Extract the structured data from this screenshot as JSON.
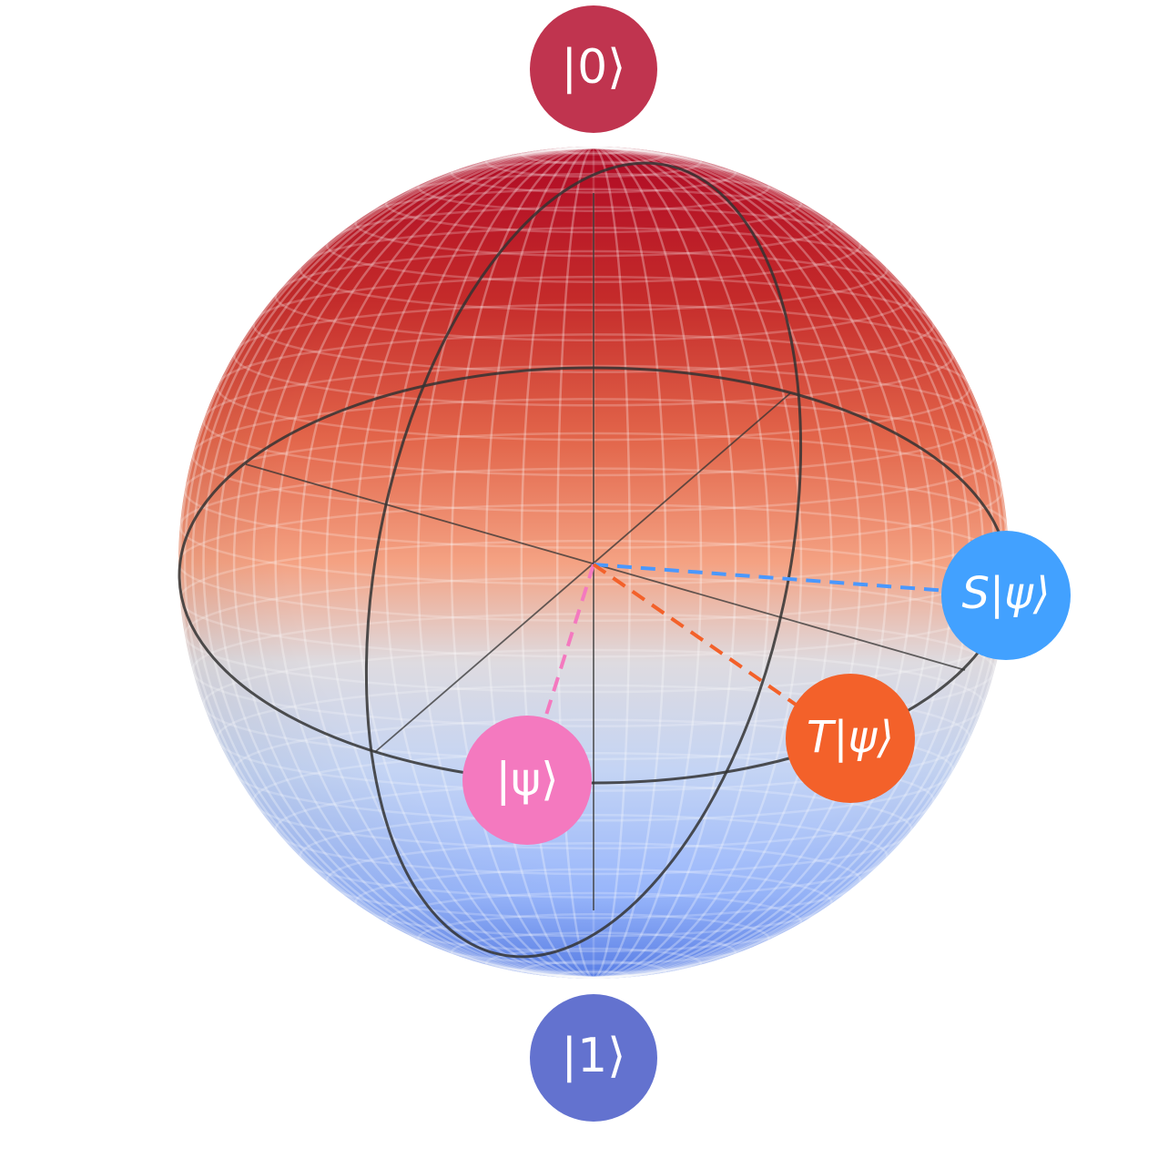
{
  "states": {
    "zero": {
      "label": "|0⟩",
      "color": "#c0344f"
    },
    "one": {
      "label": "|1⟩",
      "color": "#6372cf"
    },
    "psi": {
      "label": "|ψ⟩",
      "color": "#f479bf"
    },
    "s_psi": {
      "label": "S|ψ⟩",
      "color": "#42a1ff"
    },
    "t_psi": {
      "label": "T|ψ⟩",
      "color": "#f3612a"
    }
  },
  "sphere_colors": {
    "top": "#b00a25",
    "mid": "#dcdcdc",
    "bottom": "#5b82ef"
  }
}
